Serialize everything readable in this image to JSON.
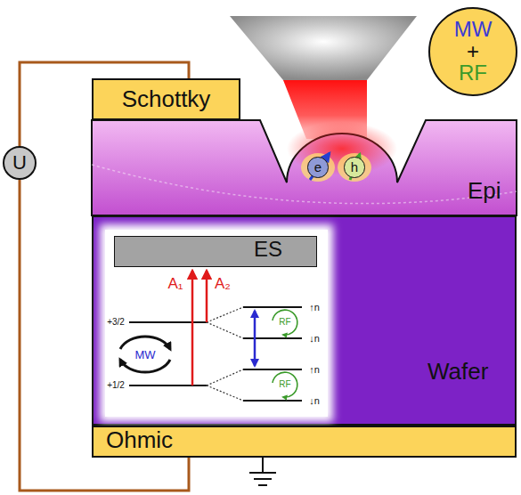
{
  "diagram": {
    "nodes": [
      {
        "text": [
          "Schottky"
        ]
      },
      {
        "text": [
          "U"
        ]
      },
      {
        "text": [
          "MW",
          "+",
          "RF"
        ]
      },
      {
        "text": [
          "Epi"
        ]
      },
      {
        "text": [
          "e"
        ],
        "in": 3
      },
      {
        "text": [
          "h"
        ],
        "in": 3
      },
      {
        "text": [
          "Wafer"
        ]
      },
      {
        "text": [
          "ES"
        ],
        "in": 6
      },
      {
        "text": [
          "Ohmic"
        ]
      }
    ],
    "edges": [
      {
        "from": 1,
        "to": 0,
        "arrow": "none"
      },
      {
        "from": 1,
        "to": 8,
        "arrow": "none"
      }
    ],
    "labels": [
      "A₁",
      "A₂",
      "+3/2",
      "+1/2",
      "MW",
      "RF",
      "RF",
      "↑n",
      "↓n",
      "↑n",
      "↓n"
    ]
  }
}
